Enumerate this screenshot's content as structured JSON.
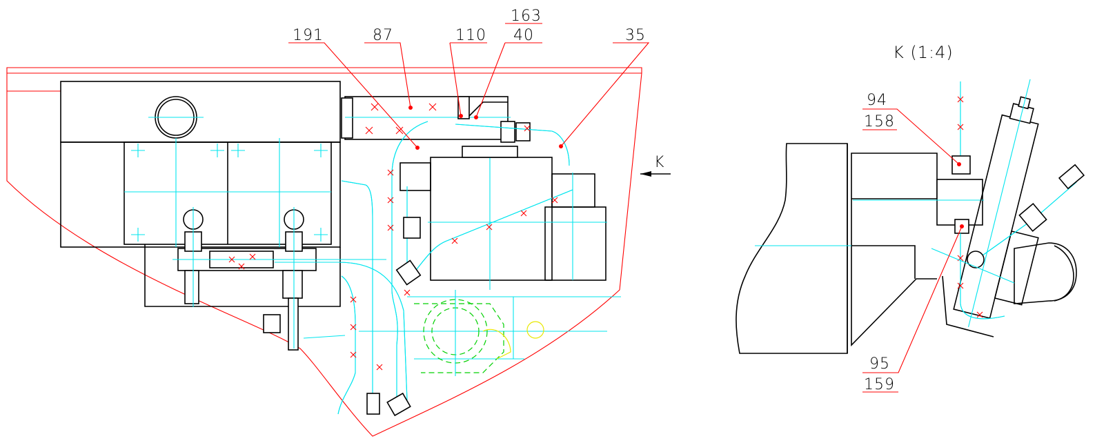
{
  "left_view": {
    "callouts": [
      {
        "id": "c191",
        "label": "191"
      },
      {
        "id": "c87",
        "label": "87"
      },
      {
        "id": "c110",
        "label": "110"
      },
      {
        "id": "c163",
        "label": "163"
      },
      {
        "id": "c40",
        "label": "40"
      },
      {
        "id": "c35",
        "label": "35"
      }
    ],
    "view_arrow_label": "K"
  },
  "right_view": {
    "title": "K (1:4)",
    "callouts": [
      {
        "id": "c94",
        "label": "94"
      },
      {
        "id": "c158",
        "label": "158"
      },
      {
        "id": "c95",
        "label": "95"
      },
      {
        "id": "c159",
        "label": "159"
      }
    ]
  },
  "colors": {
    "outline": "#000000",
    "centerline": "#00e5ee",
    "boundary_leader": "#ff0000",
    "hidden_part": "#00d000",
    "secondary": "#e8e800"
  }
}
